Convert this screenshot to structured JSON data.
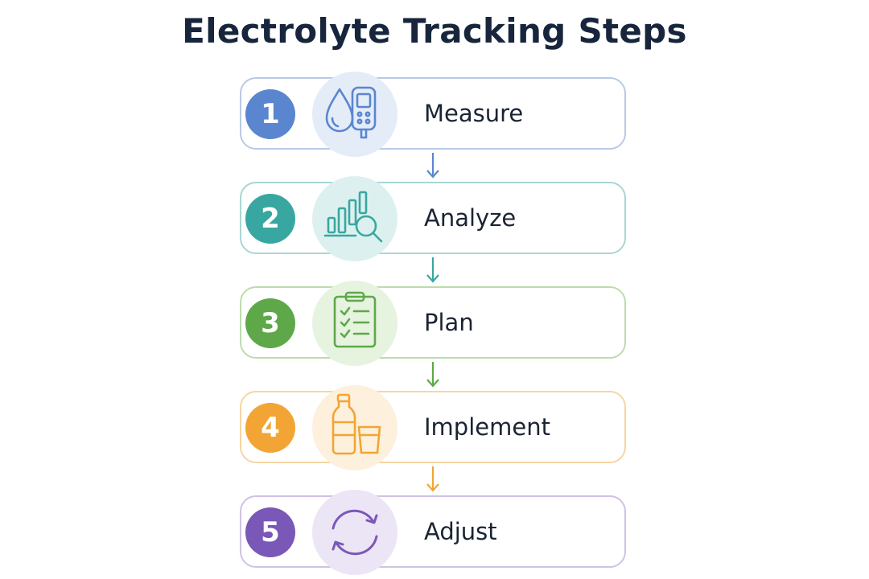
{
  "title": "Electrolyte Tracking Steps",
  "steps": [
    {
      "number": "1",
      "label": "Measure",
      "icon": "droplet-glucometer-icon",
      "color": "#5a86d0",
      "border": "#b9c9e6",
      "bg": "#e4ecf8"
    },
    {
      "number": "2",
      "label": "Analyze",
      "icon": "bar-chart-magnifier-icon",
      "color": "#39a7a1",
      "border": "#a9d6d3",
      "bg": "#dcf1ef"
    },
    {
      "number": "3",
      "label": "Plan",
      "icon": "clipboard-checklist-icon",
      "color": "#5ea84a",
      "border": "#bcdcae",
      "bg": "#e6f3df"
    },
    {
      "number": "4",
      "label": "Implement",
      "icon": "bottle-glass-icon",
      "color": "#f2a534",
      "border": "#f6d6a3",
      "bg": "#fdf0dc"
    },
    {
      "number": "5",
      "label": "Adjust",
      "icon": "refresh-cycle-icon",
      "color": "#7a58b8",
      "border": "#cfc2e4",
      "bg": "#ece5f6"
    }
  ]
}
